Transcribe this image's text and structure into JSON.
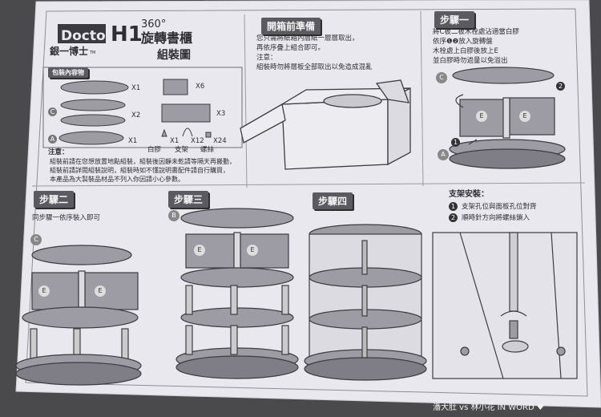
{
  "brand": {
    "logo_text": "Doctor",
    "sub": "銀一博士",
    "tm": "TM"
  },
  "title": {
    "model": "H1",
    "degrees": "360°",
    "line1": "旋轉書櫃",
    "line2": "組裝圖"
  },
  "parts": {
    "header": "包裝內容物",
    "qty": {
      "large_board": "X1",
      "middle_boards": "X2",
      "base": "X1",
      "divider_e": "X6",
      "long_board": "X3",
      "glue": "X1",
      "stand": "X12",
      "screw": "X24"
    },
    "labels": {
      "glue": "白膠",
      "stand": "支架",
      "screw": "螺絲"
    }
  },
  "notes": {
    "title": "注意：",
    "l1": "組裝前請在您想放置地點組裝，組裝後因靜未乾請等隔天再搬動，",
    "l2": "組裝前請詳閱組裝說明，組裝時如不懂說明書配件請自行購買，",
    "l3": "本產品為大製裝品材品不列入你因請小心參數。"
  },
  "unbox": {
    "header": "開箱前準備",
    "l1": "您只需將紙箱內層紙一層層取出，",
    "l2": "再依序疊上組合即可。",
    "l3": "注意：",
    "l4": "組裝時勿將層板全部取出以免造成混亂"
  },
  "step1": {
    "header": "步驟一",
    "l1": "將C板二板木栓處沾適當白膠",
    "l2": "依序❶❷放入旋轉盤",
    "l3": "木栓處上白膠後放上E",
    "l4": "並白膠時勿過量以免溢出",
    "label_a": "A",
    "label_c": "C",
    "label_e1": "E",
    "label_e2": "E",
    "n1": "1",
    "n2": "2"
  },
  "step2": {
    "header": "步驟二",
    "text": "同步驟一依序裝入即可",
    "label_c": "C",
    "label_e1": "E",
    "label_e2": "E"
  },
  "step3": {
    "header": "步驟三",
    "label_b": "B",
    "label_e1": "E",
    "label_e2": "E"
  },
  "step4": {
    "header": "步驟四"
  },
  "stand_install": {
    "header": "支架安裝：",
    "n1": "1",
    "l1": "支架孔位與面板孔位對齊",
    "n2": "2",
    "l2": "順時針方向將螺絲鎖入"
  },
  "watermark": {
    "text": "潘大肚 vs 林小花 IN WORD ♥"
  },
  "colors": {
    "background": "#4a4a4c",
    "paper": "#e9e8ee",
    "ink": "#2e2e33",
    "panel": "#8a888f",
    "header_bg": "#5a5a60"
  }
}
